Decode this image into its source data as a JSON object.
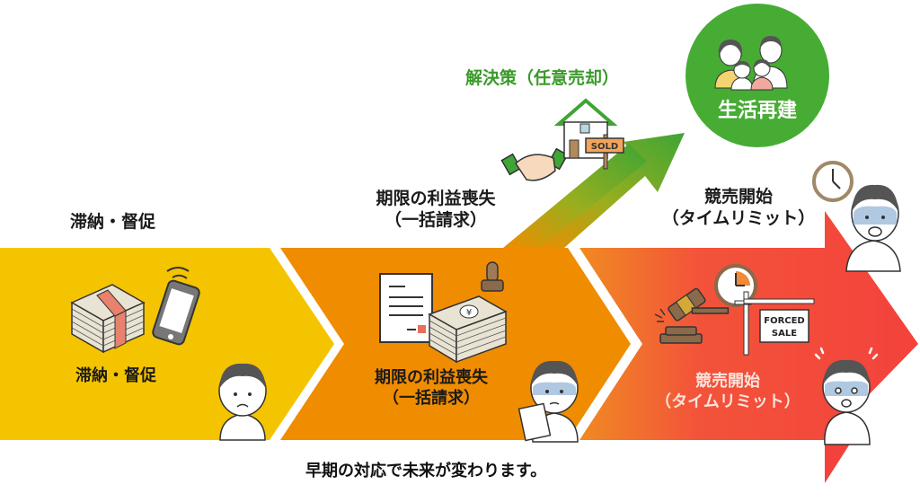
{
  "diagram": {
    "colors": {
      "stage1": "#F5C400",
      "stage2": "#F08C00",
      "stage3_start": "#F07A2A",
      "stage3_end": "#F3423C",
      "solution_green": "#3FA535",
      "circle_green": "#47AC34",
      "text_dark": "#1A1A1A",
      "text_green": "#3A9A2A"
    },
    "stages": [
      {
        "id": "stage-1",
        "top_label": "滞納・督促",
        "inner_label": "滞納・督促",
        "icons": [
          "money-stack-icon",
          "ringing-phone-icon",
          "worried-person-icon"
        ]
      },
      {
        "id": "stage-2",
        "top_label_line1": "期限の利益喪失",
        "top_label_line2": "（一括請求）",
        "inner_label_line1": "期限の利益喪失",
        "inner_label_line2": "（一括請求）",
        "icons": [
          "document-icon",
          "money-stack-icon",
          "stamp-icon",
          "anxious-person-with-paper-icon"
        ]
      },
      {
        "id": "stage-3",
        "top_label_line1": "競売開始",
        "top_label_line2": "（タイムリミット）",
        "inner_label_line1": "競売開始",
        "inner_label_line2": "（タイムリミット）",
        "icons": [
          "gavel-icon",
          "clock-icon",
          "forced-sale-sign-icon",
          "panicked-person-icon",
          "clock-icon",
          "scared-person-icon"
        ],
        "sign_text_line1": "FORCED",
        "sign_text_line2": "SALE"
      }
    ],
    "solution": {
      "label": "解決策（任意売却）",
      "icons": [
        "handshake-icon",
        "house-icon",
        "sold-sign-icon"
      ],
      "sign_text": "SOLD"
    },
    "goal": {
      "label": "生活再建",
      "icon": "family-icon"
    },
    "footer": "早期の対応で未来が変わります。"
  }
}
